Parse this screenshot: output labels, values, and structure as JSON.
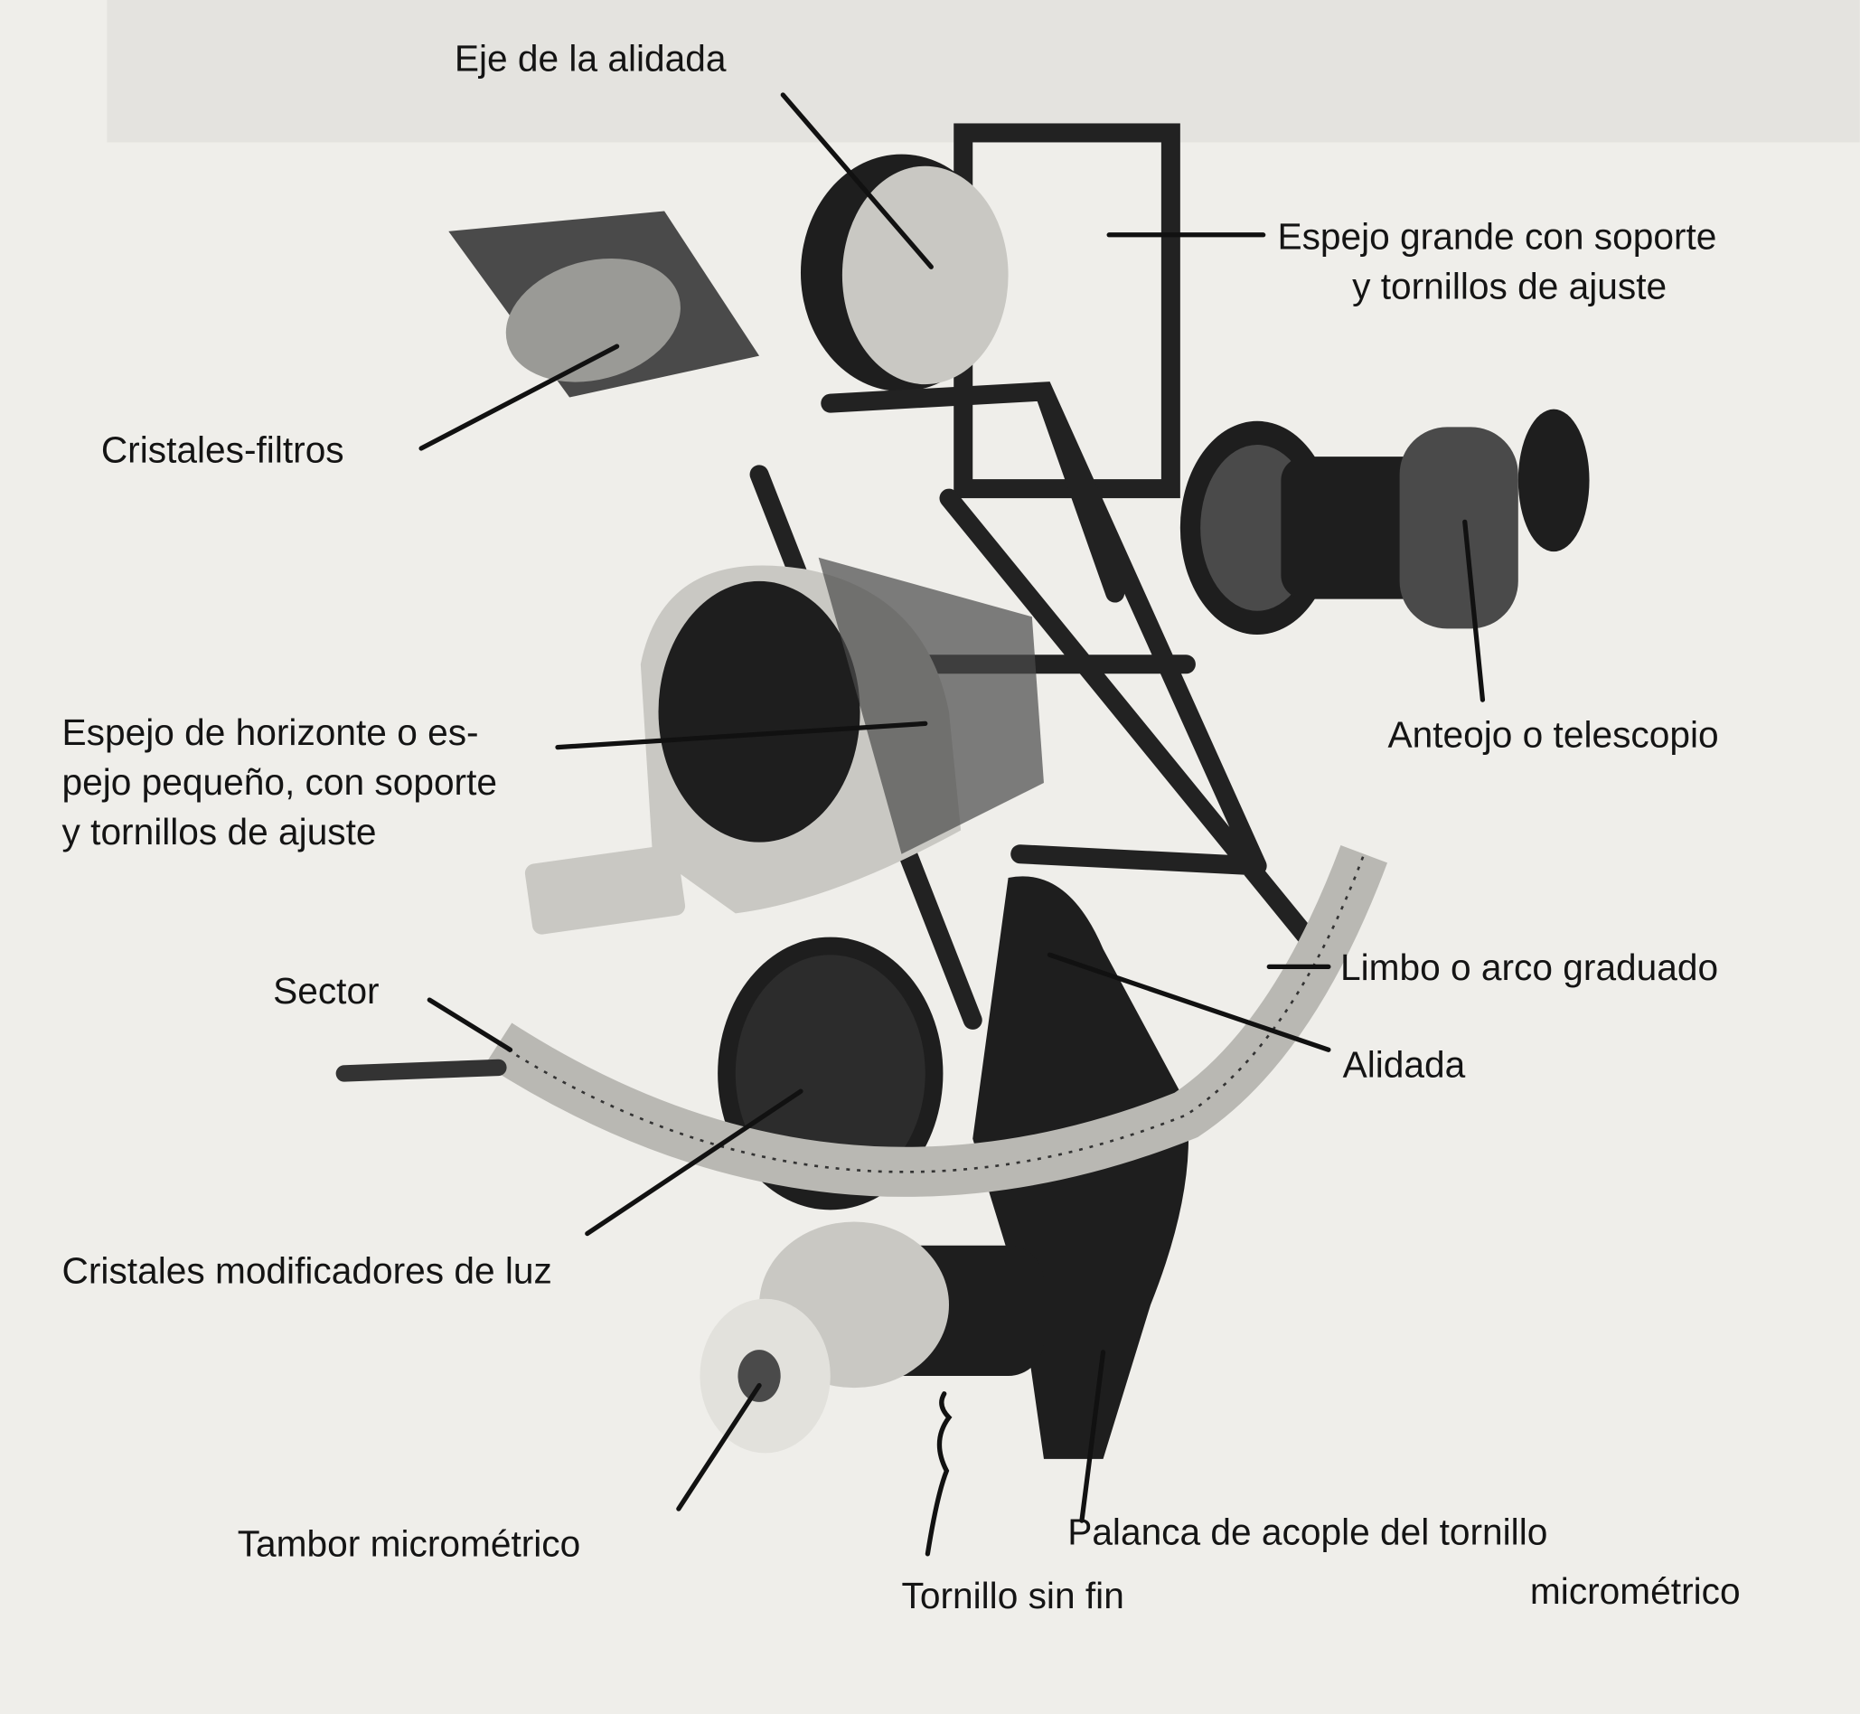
{
  "figure": {
    "subject": "sextant",
    "labels": {
      "eje_alidada": "Eje de la alidada",
      "espejo_grande_1": "Espejo grande con soporte",
      "espejo_grande_2": "y tornillos de ajuste",
      "cristales_filtros": "Cristales-filtros",
      "anteojo": "Anteojo o telescopio",
      "espejo_horizonte_1": "Espejo de horizonte o es-",
      "espejo_horizonte_2": "pejo pequeño, con soporte",
      "espejo_horizonte_3": "y tornillos de ajuste",
      "limbo": "Limbo o arco graduado",
      "sector": "Sector",
      "alidada": "Alidada",
      "cristales_modificadores": "Cristales modificadores de luz",
      "tambor": "Tambor micrométrico",
      "tornillo_sin_fin": "Tornillo sin fin",
      "palanca_1": "Palanca de acople del tornillo",
      "palanca_2": "micrométrico"
    }
  }
}
